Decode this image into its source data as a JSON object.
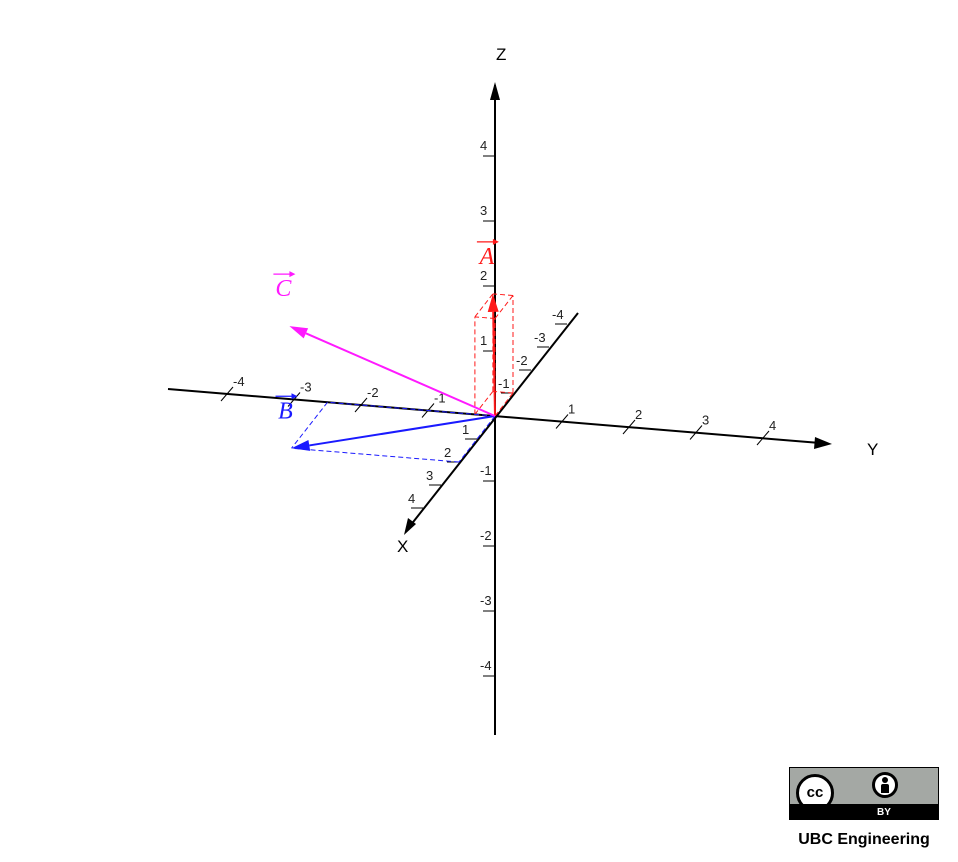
{
  "axes": {
    "z": {
      "label": "Z",
      "ticks": [
        {
          "value": 1,
          "label": "1"
        },
        {
          "value": 2,
          "label": "2"
        },
        {
          "value": 3,
          "label": "3"
        },
        {
          "value": 4,
          "label": "4"
        },
        {
          "value": -1,
          "label": "-1"
        },
        {
          "value": -2,
          "label": "-2"
        },
        {
          "value": -3,
          "label": "-3"
        },
        {
          "value": -4,
          "label": "-4"
        }
      ]
    },
    "y": {
      "label": "Y",
      "ticks": [
        {
          "value": 1,
          "label": "1"
        },
        {
          "value": 2,
          "label": "2"
        },
        {
          "value": 3,
          "label": "3"
        },
        {
          "value": 4,
          "label": "4"
        },
        {
          "value": -1,
          "label": "-1"
        },
        {
          "value": -2,
          "label": "-2"
        },
        {
          "value": -3,
          "label": "-3"
        },
        {
          "value": -4,
          "label": "-4"
        }
      ]
    },
    "x": {
      "label": "X",
      "ticks": [
        {
          "value": 1,
          "label": "1"
        },
        {
          "value": 2,
          "label": "2"
        },
        {
          "value": 3,
          "label": "3"
        },
        {
          "value": 4,
          "label": "4"
        },
        {
          "value": -1,
          "label": "-1"
        },
        {
          "value": -2,
          "label": "-2"
        },
        {
          "value": -3,
          "label": "-3"
        },
        {
          "value": -4,
          "label": "-4"
        }
      ]
    }
  },
  "vectors": [
    {
      "id": "A",
      "label": "A",
      "color": "#ff1a1a",
      "components": [
        -1,
        -0.3,
        1.5
      ],
      "box": true
    },
    {
      "id": "B",
      "label": "B",
      "color": "#1a1aff",
      "components": [
        2,
        -2.5,
        0
      ],
      "box": true
    },
    {
      "id": "C",
      "label": "C",
      "color": "#ff1aff",
      "components": [
        1,
        -2.8,
        1.5
      ],
      "box": false
    }
  ],
  "license": {
    "cc_text": "cc",
    "by_text": "BY",
    "organization": "UBC Engineering"
  }
}
